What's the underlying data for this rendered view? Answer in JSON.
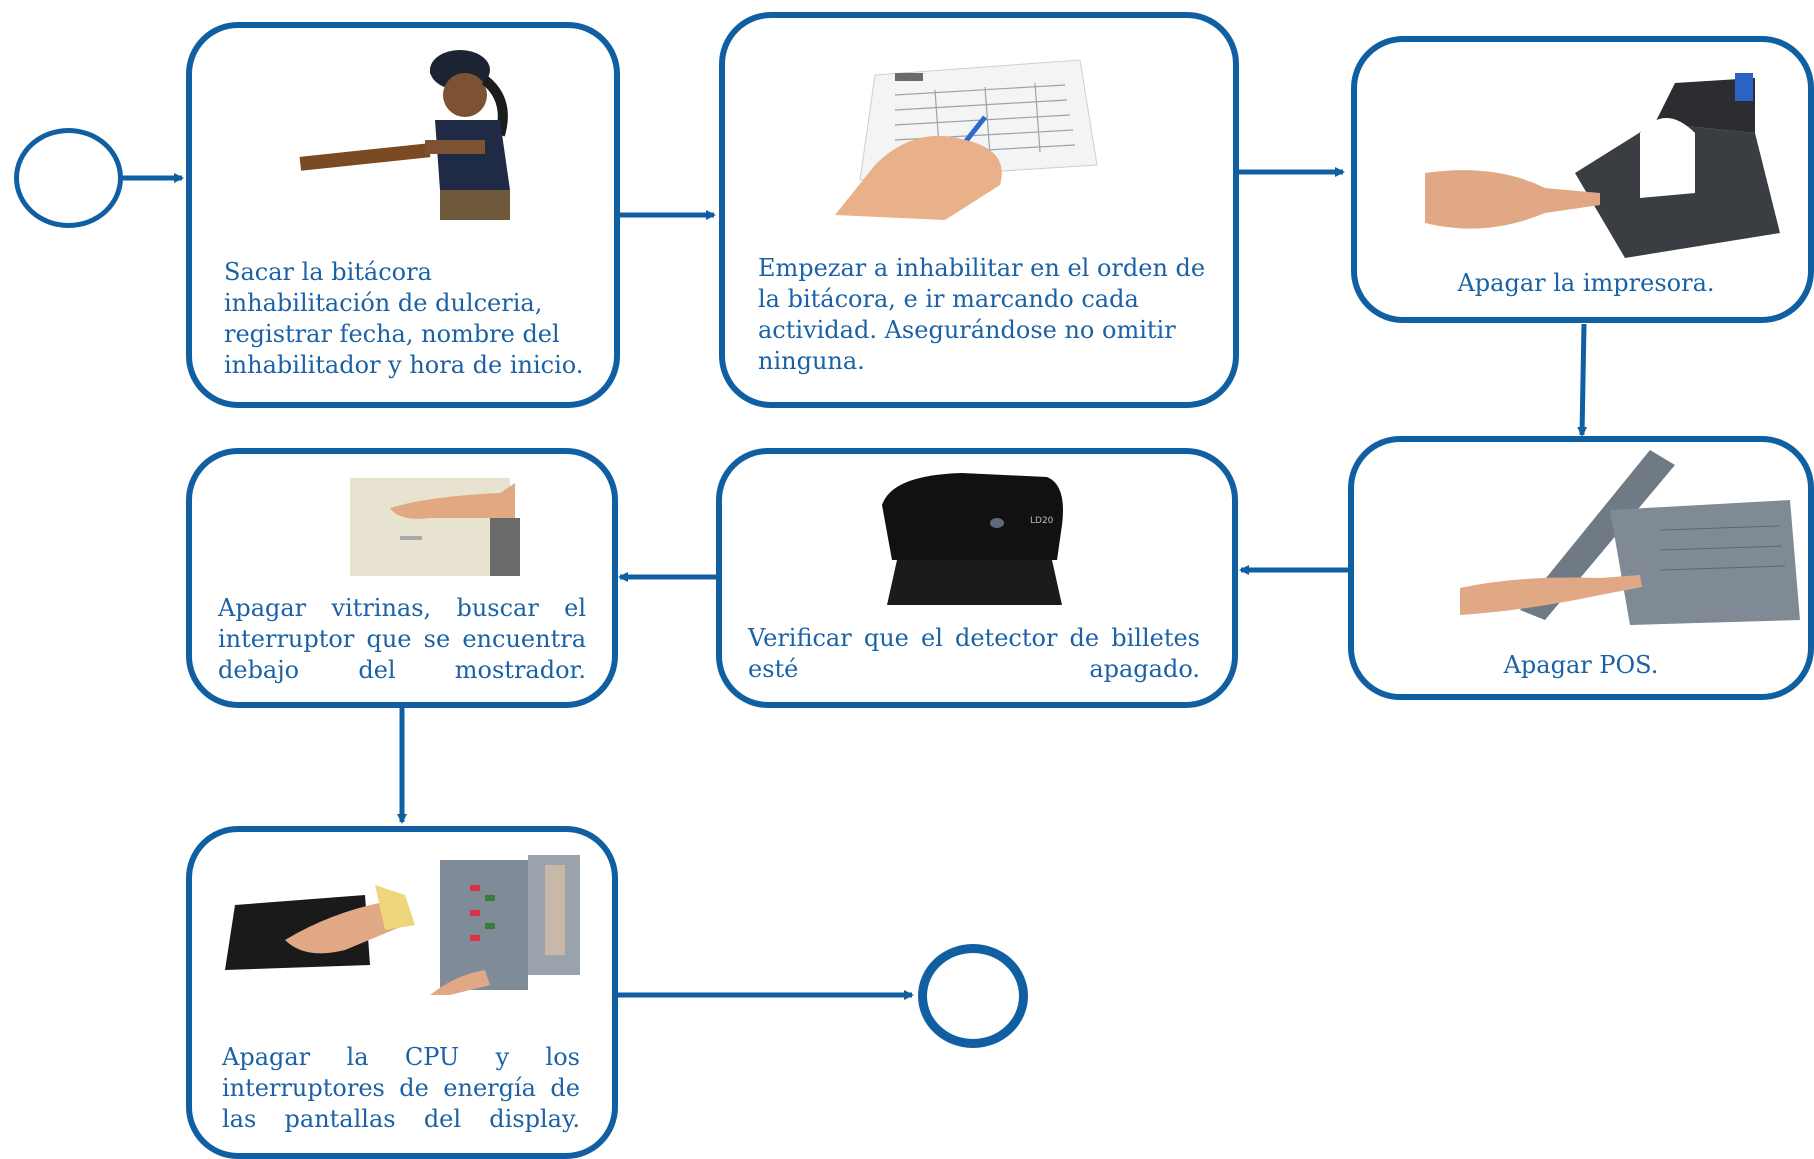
{
  "colors": {
    "stroke": "#115fa3",
    "text": "#1a62a5"
  },
  "steps": [
    {
      "text": "Sacar la bitácora\ninhabilitación de dulceria,\nregistrar fecha, nombre del\ninhabilitador  y hora de inicio.",
      "icon": "person-holding-logbook-photo"
    },
    {
      "text": "Empezar a inhabilitar en el orden de\nla bitácora, e ir marcando cada\nactividad.  Asegurándose no omitir\nninguna.",
      "icon": "hand-writing-on-form-photo"
    },
    {
      "text": "Apagar la impresora.",
      "icon": "hand-pressing-printer-button-photo"
    },
    {
      "text": "Apagar POS.",
      "icon": "hand-pressing-pos-terminal-photo"
    },
    {
      "text": "Verificar que el detector de billetes esté apagado.",
      "icon": "bill-detector-device-photo"
    },
    {
      "text": "Apagar vitrinas, buscar el interruptor que se encuentra debajo del mostrador.",
      "icon": "finger-on-wall-switch-photo"
    },
    {
      "text": "Apagar la CPU y los interruptores de energía de las  pantallas del display.",
      "icon": "cpu-and-breaker-panel-photo"
    }
  ],
  "images": {
    "detector_label": "LD20"
  }
}
